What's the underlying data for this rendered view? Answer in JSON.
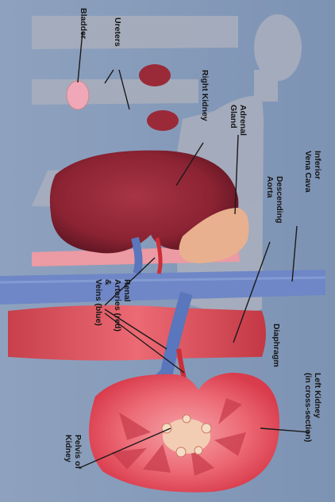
{
  "diagram": {
    "labels": {
      "ureters": "Ureters",
      "bladder": "Bladder",
      "right_kidney": "Right Kidney",
      "adrenal_gland": "Adrenal\nGland",
      "inferior_vena_cava": "Inferior\nVena Cava",
      "descending_aorta": "Descending\nAorta",
      "renal_vessels": "Renal\nArteries (red)\n&\nVeins (blue)",
      "diaphragm": "Diaphragm",
      "left_kidney": "Left Kidney\n(in cross-section)",
      "pelvis_of_kidney": "Pelvis of\nKidney"
    },
    "colors": {
      "background": "#8aa0bd",
      "silhouette": "#a4acbd",
      "kidney": "#8b2333",
      "kidney_cortex": "#e85a6a",
      "adrenal": "#e8b08f",
      "vein": "#5a76bd",
      "artery": "#d2353e",
      "diaphragm": "#e0505a",
      "leader_line": "#1a1a1a"
    }
  }
}
